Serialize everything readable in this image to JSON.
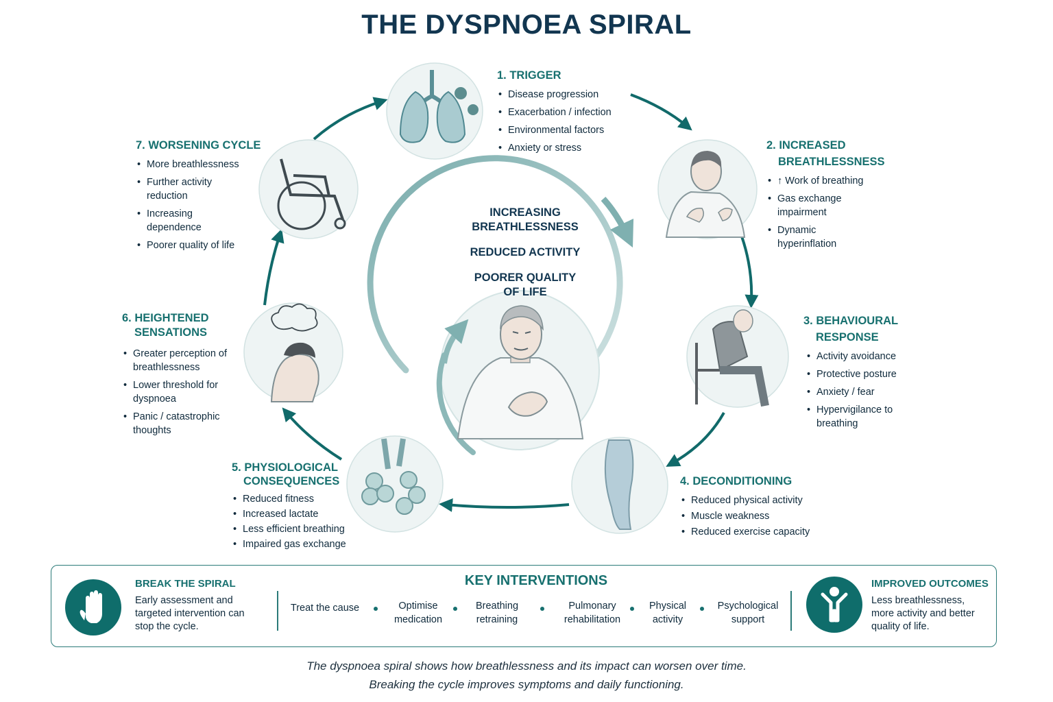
{
  "title": "THE DYSPNOEA SPIRAL",
  "center": {
    "line1": "INCREASING",
    "line2": "BREATHLESSNESS",
    "line3": "REDUCED ACTIVITY",
    "line4": "POORER QUALITY",
    "line5": "OF LIFE"
  },
  "steps": {
    "trigger": {
      "title": [
        "1. TRIGGER"
      ],
      "items": [
        "Disease progression",
        "Exacerbation / infection",
        "Environmental factors",
        "Anxiety or stress"
      ]
    },
    "breathlessness": {
      "title": [
        "2. INCREASED",
        "BREATHLESSNESS"
      ],
      "items": [
        "↑ Work of breathing",
        "Gas exchange impairment",
        "Dynamic hyperinflation"
      ]
    },
    "behavioural": {
      "title": [
        "3. BEHAVIOURAL",
        "RESPONSE"
      ],
      "items": [
        "Activity avoidance",
        "Protective posture",
        "Anxiety / fear",
        "Hypervigilance to breathing"
      ]
    },
    "deconditioning": {
      "title": [
        "4. DECONDITIONING"
      ],
      "items": [
        "Reduced physical activity",
        "Muscle weakness",
        "Reduced exercise capacity"
      ]
    },
    "physiological": {
      "title": [
        "5. PHYSIOLOGICAL",
        "CONSEQUENCES"
      ],
      "items": [
        "Reduced fitness",
        "Increased lactate",
        "Less efficient breathing",
        "Impaired gas exchange"
      ]
    },
    "sensations": {
      "title": [
        "6. HEIGHTENED",
        "SENSATIONS"
      ],
      "items": [
        "Greater perception of breathlessness",
        "Lower threshold for dyspnoea",
        "Panic / catastrophic thoughts"
      ]
    },
    "worsening": {
      "title": [
        "7. WORSENING CYCLE"
      ],
      "items": [
        "More breathlessness",
        "Further activity reduction",
        "Increasing dependence",
        "Poorer quality of life"
      ]
    }
  },
  "panel": {
    "break_title": "BREAK THE SPIRAL",
    "break_text": "Early assessment and targeted intervention can stop the cycle.",
    "key_title": "KEY INTERVENTIONS",
    "interventions": [
      [
        "Treat the cause"
      ],
      [
        "Optimise",
        "medication"
      ],
      [
        "Breathing",
        "retraining"
      ],
      [
        "Pulmonary",
        "rehabilitation"
      ],
      [
        "Physical",
        "activity"
      ],
      [
        "Psychological",
        "support"
      ]
    ],
    "outcome_title": "IMPROVED OUTCOMES",
    "outcome_text": "Less breathlessness, more activity and better quality of life."
  },
  "caption": {
    "line1": "The dyspnoea spiral shows how breathlessness and its impact can worsen over time.",
    "line2": "Breaking the cycle improves symptoms and daily functioning."
  },
  "colors": {
    "accent": "#17706f",
    "dark": "#123650",
    "circle_bg": "#eef4f4"
  }
}
